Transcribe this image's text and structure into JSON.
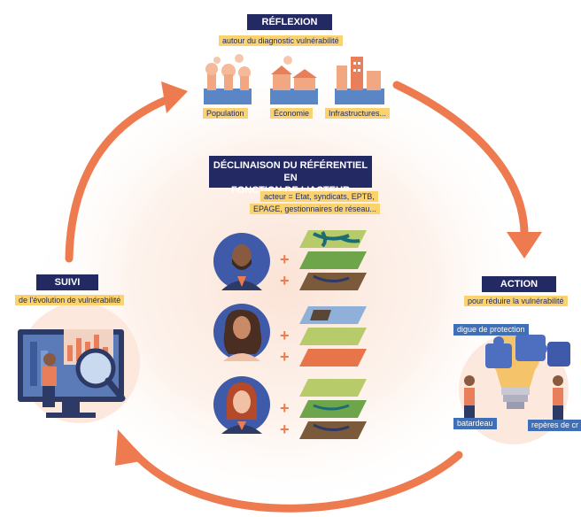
{
  "colors": {
    "navy": "#232a63",
    "yellow": "#fbd36e",
    "orange_arrow": "#ee7a4f",
    "blue_tag": "#3f6fb6",
    "glow": "#fbe3d6"
  },
  "reflexion": {
    "title": "RÉFLEXION",
    "subtitle": "autour du diagnostic vulnérabilité",
    "items": [
      "Population",
      "Économie",
      "Infrastructures..."
    ]
  },
  "declinaison": {
    "title_line1": "DÉCLINAISON DU RÉFÉRENTIEL EN",
    "title_line2": "FONCTION DE L'ACTEUR",
    "sub_line1": "acteur = Etat, syndicats, EPTB,",
    "sub_line2": "EPAGE, gestionnaires de réseau..."
  },
  "suivi": {
    "title": "SUIVI",
    "subtitle": "de l'évolution de vulnérabilité"
  },
  "action": {
    "title": "ACTION",
    "subtitle": "pour réduire la vulnérabilité",
    "tags": [
      "digue de protection",
      "batardeau",
      "repères de cr"
    ]
  },
  "plus_sign": "+",
  "icons": [
    "population-icon",
    "economie-icon",
    "infrastructures-icon",
    "monitor-icon",
    "lightbulb-puzzle-icon",
    "persona-man-icon",
    "persona-woman-curly-icon",
    "persona-woman-icon"
  ]
}
